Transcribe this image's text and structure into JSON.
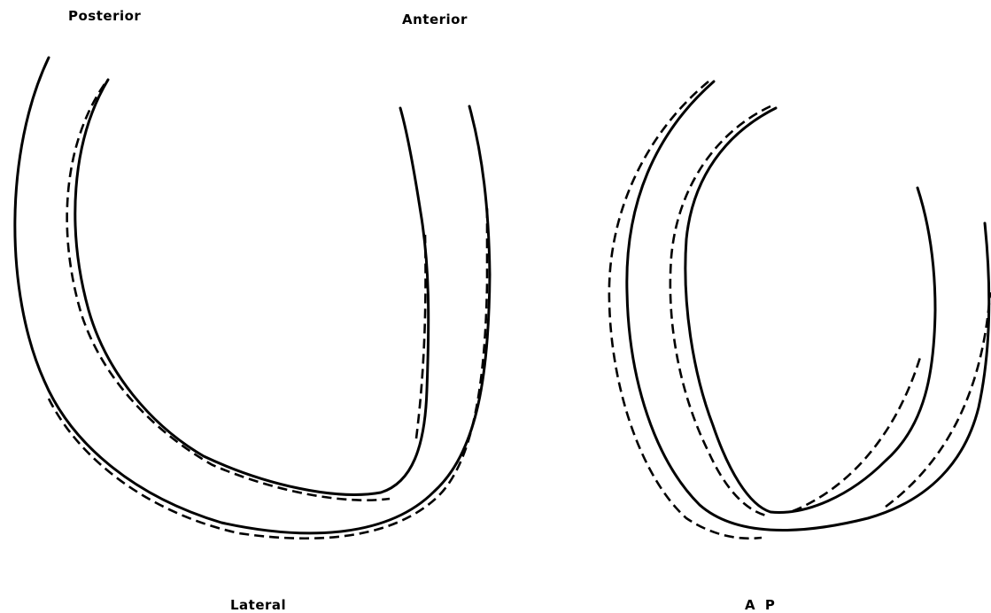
{
  "labels": {
    "posterior": "Posterior",
    "anterior": "Anterior",
    "lateral": "Lateral",
    "ap": "A P"
  },
  "legend": {
    "solid_line": "",
    "dashed_line": ""
  },
  "colors": {
    "line": "#000000",
    "background": "#ffffff"
  }
}
